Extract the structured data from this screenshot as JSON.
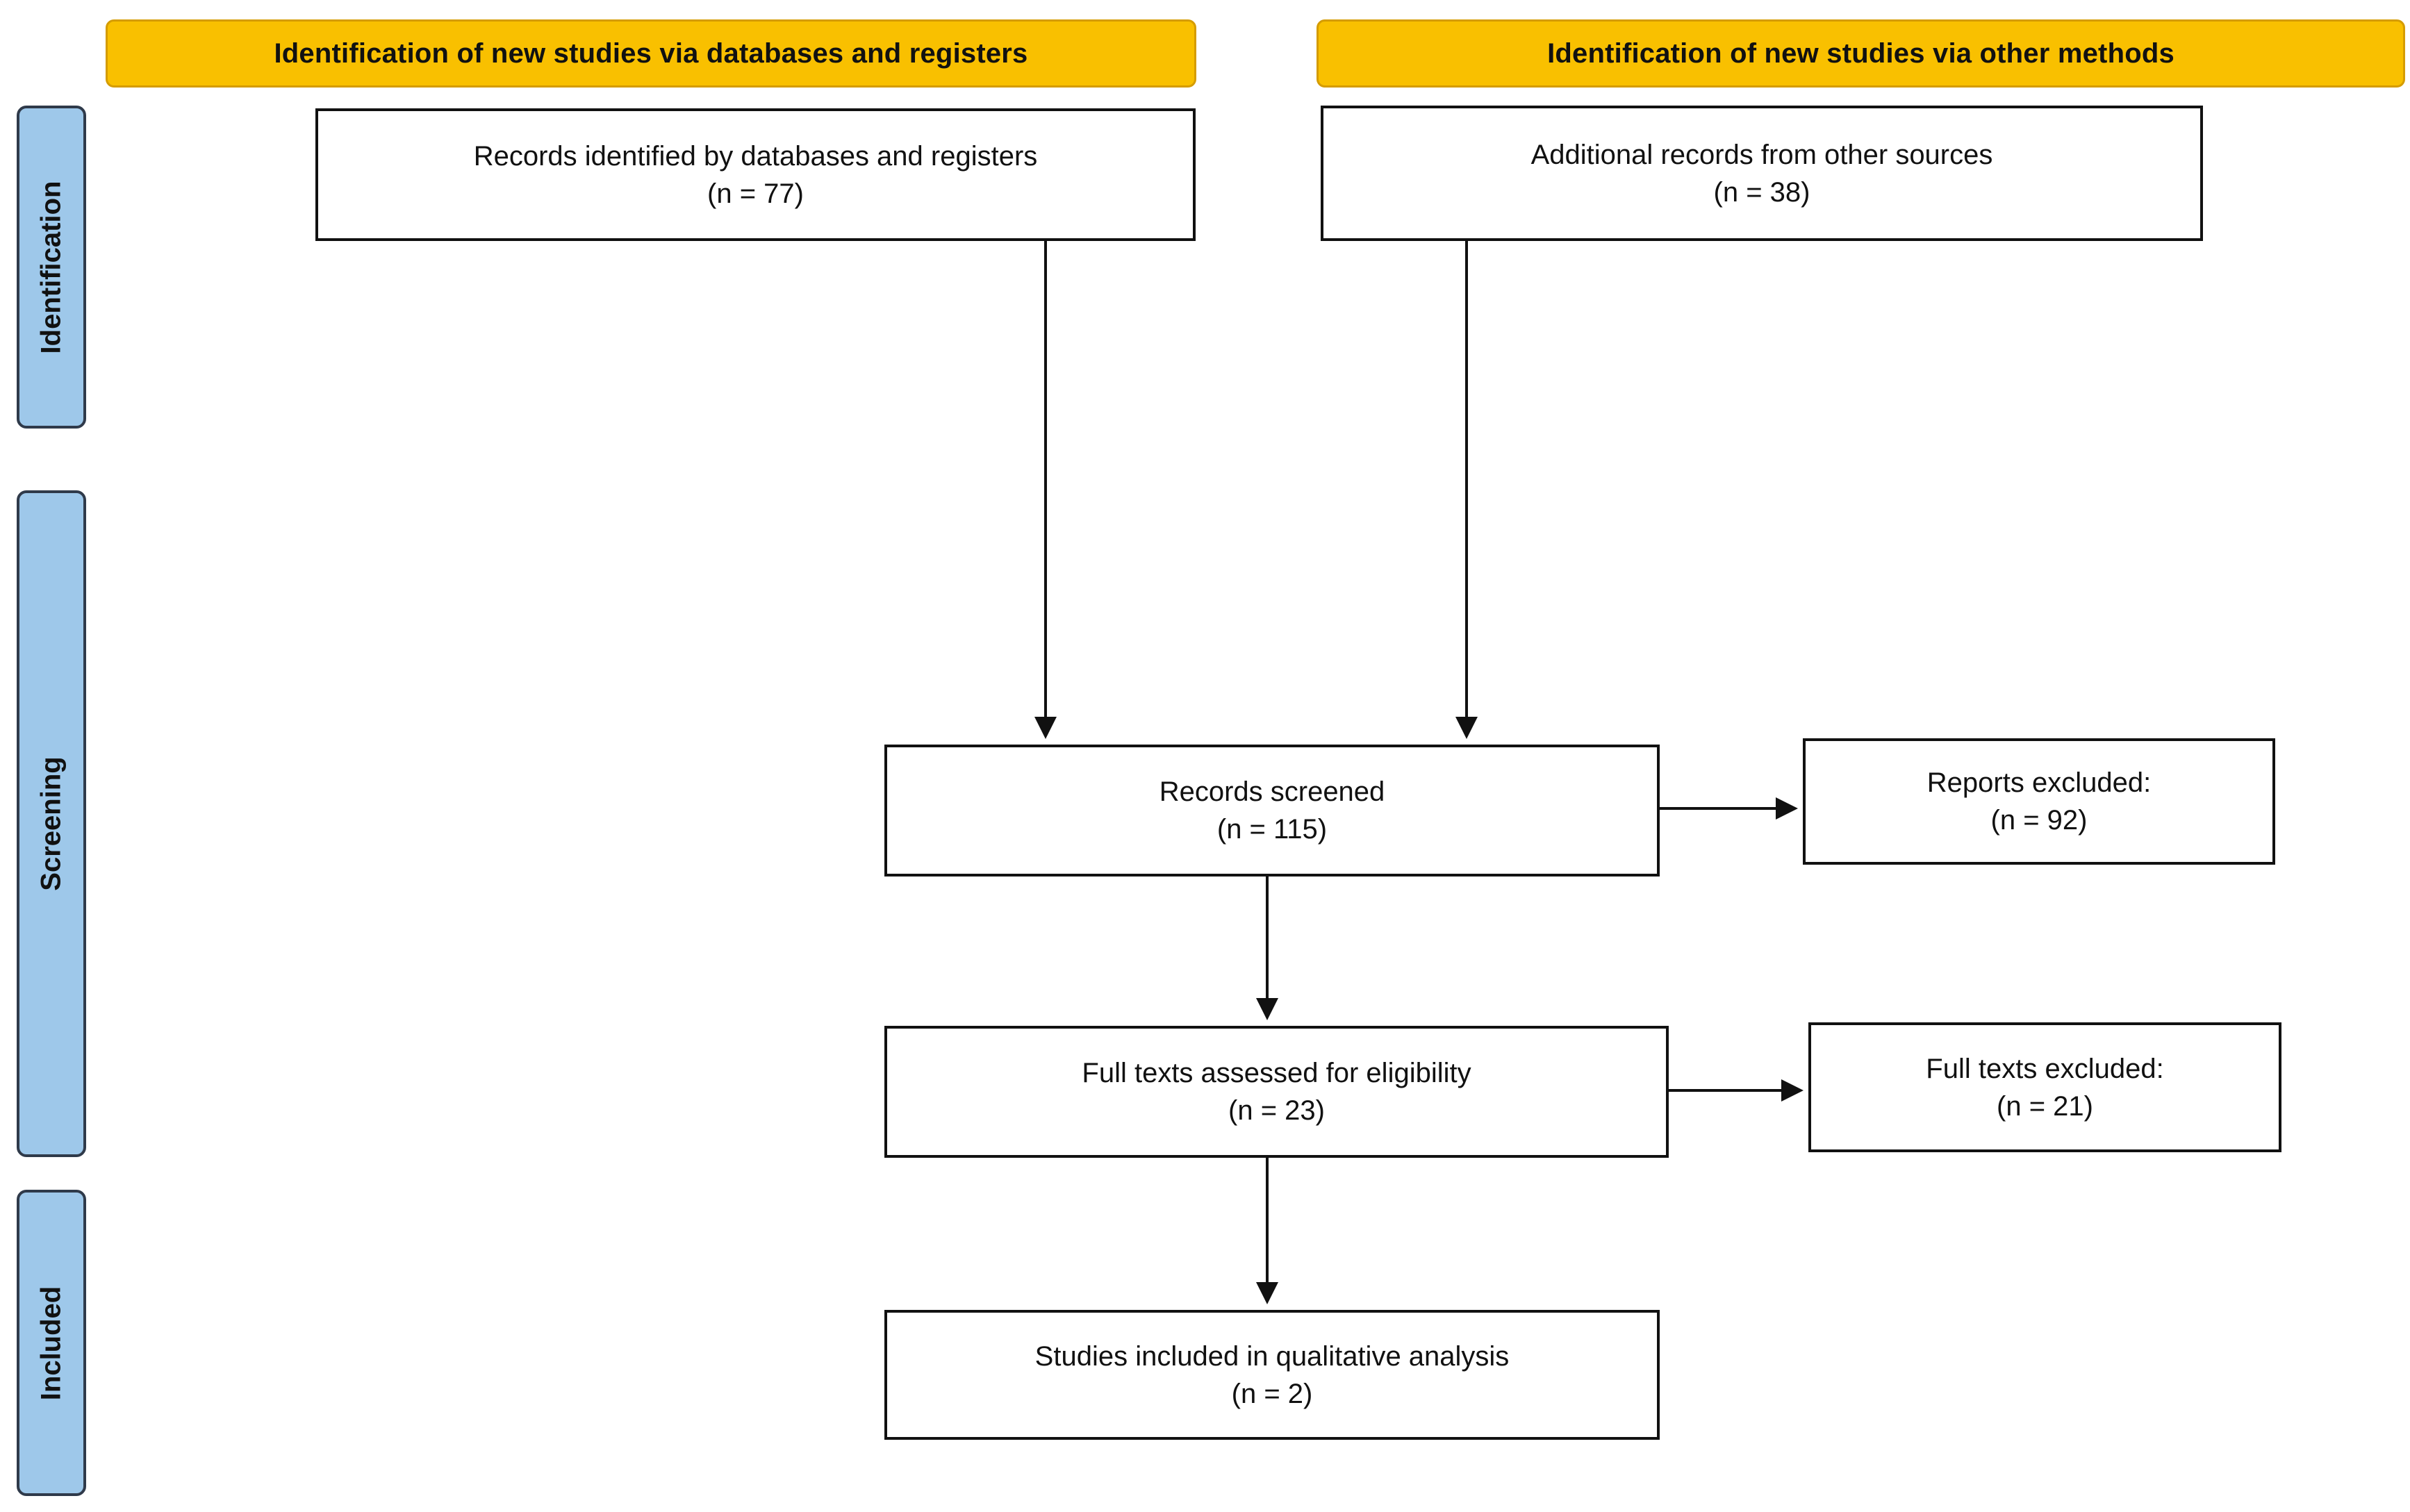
{
  "headers": {
    "databases": "Identification of new studies via databases and registers",
    "other_methods": "Identification of new studies via other methods"
  },
  "phases": {
    "identification": "Identification",
    "screening": "Screening",
    "included": "Included"
  },
  "boxes": {
    "records_identified": {
      "title": "Records identified by databases and registers",
      "count": "(n = 77)"
    },
    "additional_records": {
      "title": "Additional records from other sources",
      "count": "(n = 38)"
    },
    "records_screened": {
      "title": "Records screened",
      "count": "(n = 115)"
    },
    "reports_excluded": {
      "title": "Reports excluded:",
      "count": "(n = 92)"
    },
    "full_texts_assessed": {
      "title": "Full texts assessed for eligibility",
      "count": "(n = 23)"
    },
    "full_texts_excluded": {
      "title": "Full texts excluded:",
      "count": "(n = 21)"
    },
    "studies_included": {
      "title": "Studies included in qualitative analysis",
      "count": "(n = 2)"
    }
  },
  "colors": {
    "header_fill": "#f9c000",
    "phase_fill": "#9ec8ea",
    "box_border": "#111111"
  }
}
